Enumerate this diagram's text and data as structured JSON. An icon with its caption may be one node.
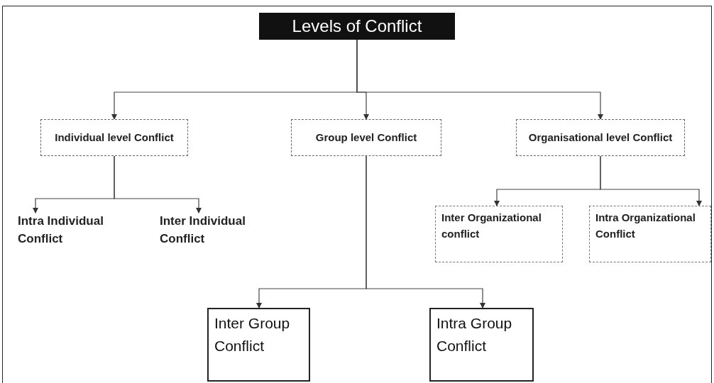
{
  "diagram": {
    "nodes": [
      {
        "text": [
          "Levels of Conflict"
        ]
      },
      {
        "text": [
          "Individual level Conflict"
        ]
      },
      {
        "text": [
          "Group level Conflict"
        ]
      },
      {
        "text": [
          "Organisational level Conflict"
        ]
      },
      {
        "text": [
          "Intra Individual Conflict"
        ]
      },
      {
        "text": [
          "Inter Individual Conflict"
        ]
      },
      {
        "text": [
          "Inter Organizational conflict"
        ]
      },
      {
        "text": [
          "Intra Organizational Conflict"
        ]
      },
      {
        "text": [
          "Inter Group Conflict"
        ]
      },
      {
        "text": [
          "Intra Group Conflict"
        ]
      }
    ],
    "edges": [
      {
        "from": 0,
        "to": 1,
        "arrow": "to"
      },
      {
        "from": 0,
        "to": 2,
        "arrow": "to"
      },
      {
        "from": 0,
        "to": 3,
        "arrow": "to"
      },
      {
        "from": 1,
        "to": 4,
        "arrow": "to"
      },
      {
        "from": 1,
        "to": 5,
        "arrow": "to"
      },
      {
        "from": 3,
        "to": 6,
        "arrow": "to"
      },
      {
        "from": 3,
        "to": 7,
        "arrow": "to"
      },
      {
        "from": 2,
        "to": 8,
        "arrow": "to"
      },
      {
        "from": 2,
        "to": 9,
        "arrow": "to"
      }
    ]
  }
}
